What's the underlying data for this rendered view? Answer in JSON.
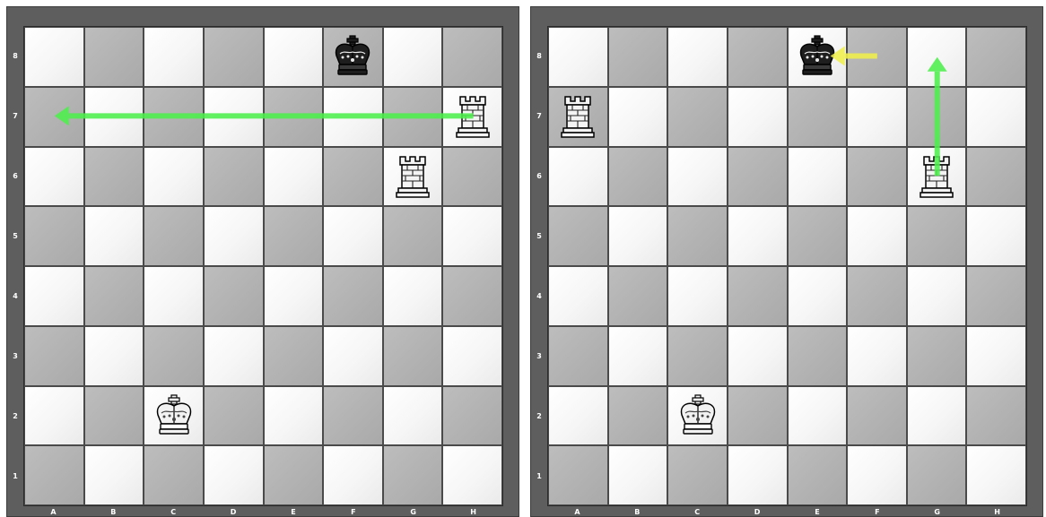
{
  "files": [
    "A",
    "B",
    "C",
    "D",
    "E",
    "F",
    "G",
    "H"
  ],
  "ranks": [
    "8",
    "7",
    "6",
    "5",
    "4",
    "3",
    "2",
    "1"
  ],
  "colors": {
    "light_square": "#f4f4f4",
    "dark_square": "#b3b3b3",
    "frame": "#5e5e5e",
    "label": "#ffffff",
    "arrow_green": "#4cf04c",
    "arrow_yellow": "#f0f04c"
  },
  "boards": [
    {
      "pieces": [
        {
          "type": "king",
          "color": "black",
          "square": "F8"
        },
        {
          "type": "rook",
          "color": "white",
          "square": "H7"
        },
        {
          "type": "rook",
          "color": "white",
          "square": "G6"
        },
        {
          "type": "king",
          "color": "white",
          "square": "C2"
        }
      ],
      "arrows": [
        {
          "from": "H7",
          "to": "A7",
          "color": "green"
        }
      ]
    },
    {
      "pieces": [
        {
          "type": "king",
          "color": "black",
          "square": "E8"
        },
        {
          "type": "rook",
          "color": "white",
          "square": "A7"
        },
        {
          "type": "rook",
          "color": "white",
          "square": "G6"
        },
        {
          "type": "king",
          "color": "white",
          "square": "C2"
        }
      ],
      "arrows": [
        {
          "from": "F8",
          "to": "E8",
          "color": "yellow"
        },
        {
          "from": "G6",
          "to": "G8",
          "color": "green"
        }
      ]
    }
  ]
}
